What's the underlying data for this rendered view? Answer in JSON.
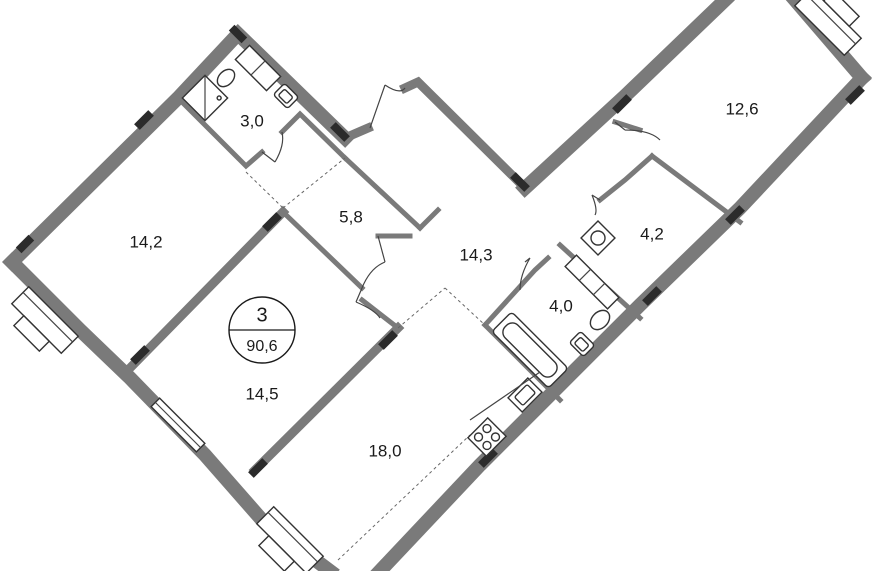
{
  "apartment": {
    "rooms_count": "3",
    "total_area": "90,6"
  },
  "rooms": [
    {
      "id": "bath-small",
      "area": "3,0"
    },
    {
      "id": "bedroom-left",
      "area": "14,2"
    },
    {
      "id": "closet",
      "area": "5,8"
    },
    {
      "id": "hall",
      "area": "14,3"
    },
    {
      "id": "bedroom-top-right",
      "area": "12,6"
    },
    {
      "id": "wc",
      "area": "4,2"
    },
    {
      "id": "bathroom",
      "area": "4,0"
    },
    {
      "id": "bedroom-center",
      "area": "14,5"
    },
    {
      "id": "living-kitchen",
      "area": "18,0"
    }
  ],
  "colors": {
    "wall": "#7a7a7a",
    "column": "#2b2b2b",
    "line": "#444444"
  }
}
